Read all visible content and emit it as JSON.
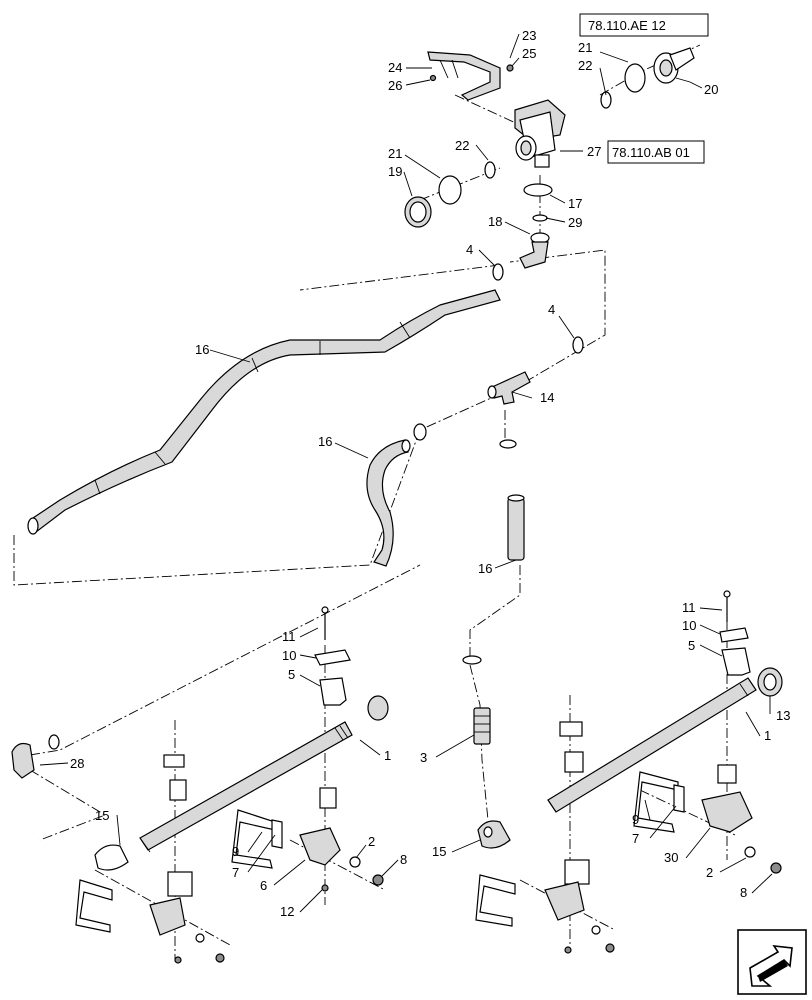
{
  "references": {
    "ref_top": "78.110.AE 12",
    "ref_valve": "78.110.AB 01"
  },
  "callouts": {
    "c1a": "1",
    "c1b": "1",
    "c2a": "2",
    "c2b": "2",
    "c3": "3",
    "c4a": "4",
    "c4b": "4",
    "c5a": "5",
    "c5b": "5",
    "c6": "6",
    "c7a": "7",
    "c7b": "7",
    "c8a": "8",
    "c8b": "8",
    "c9a": "9",
    "c9b": "9",
    "c10a": "10",
    "c10b": "10",
    "c11a": "11",
    "c11b": "11",
    "c12": "12",
    "c13": "13",
    "c14": "14",
    "c15a": "15",
    "c15b": "15",
    "c16a": "16",
    "c16b": "16",
    "c16c": "16",
    "c17": "17",
    "c18": "18",
    "c19": "19",
    "c20": "20",
    "c21a": "21",
    "c21b": "21",
    "c22a": "22",
    "c22b": "22",
    "c23": "23",
    "c24": "24",
    "c25": "25",
    "c26": "26",
    "c27": "27",
    "c28": "28",
    "c29": "29",
    "c30": "30"
  },
  "icons": {
    "nav": "return-arrow-icon"
  }
}
